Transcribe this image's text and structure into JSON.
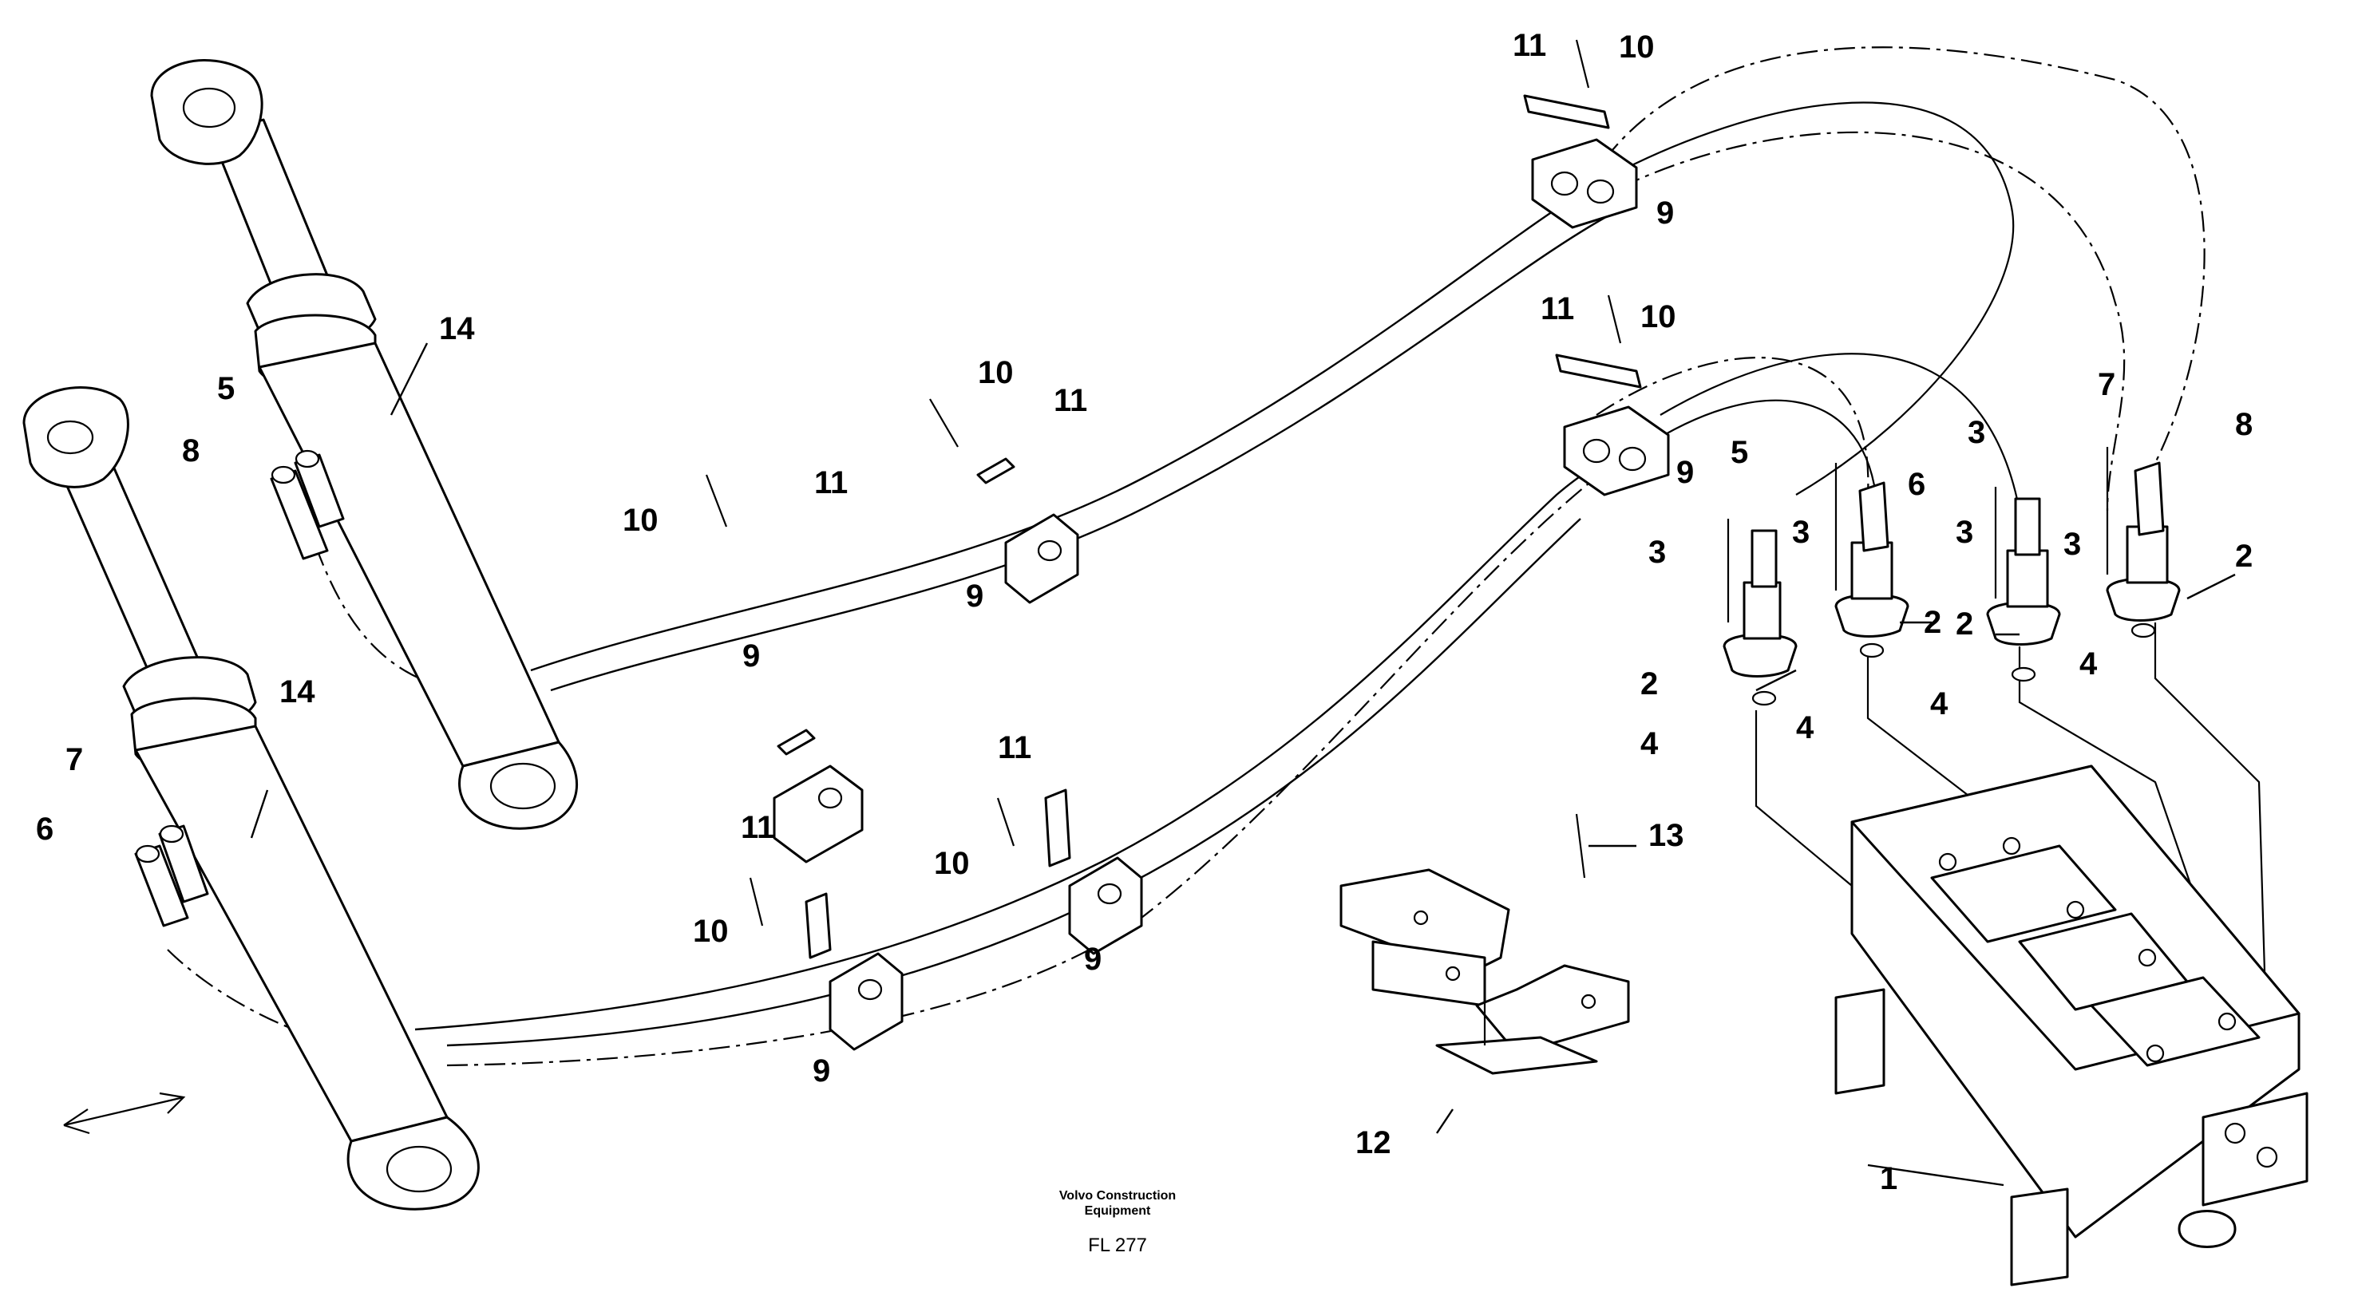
{
  "callouts": {
    "c1": "1",
    "c2a": "2",
    "c2b": "2",
    "c2c": "2",
    "c2d": "2",
    "c3a": "3",
    "c3b": "3",
    "c3c": "3",
    "c3d": "3",
    "c3e": "3",
    "c4a": "4",
    "c4b": "4",
    "c4c": "4",
    "c4d": "4",
    "c5a": "5",
    "c5b": "5",
    "c6a": "6",
    "c6b": "6",
    "c7a": "7",
    "c7b": "7",
    "c8a": "8",
    "c8b": "8",
    "c9a": "9",
    "c9b": "9",
    "c9c": "9",
    "c9d": "9",
    "c9e": "9",
    "c9f": "9",
    "c10a": "10",
    "c10b": "10",
    "c10c": "10",
    "c10d": "10",
    "c10e": "10",
    "c10f": "10",
    "c11a": "11",
    "c11b": "11",
    "c11c": "11",
    "c11d": "11",
    "c11e": "11",
    "c11f": "11",
    "c12": "12",
    "c13": "13",
    "c14a": "14",
    "c14b": "14"
  },
  "footer": {
    "brand_line1": "Volvo Construction",
    "brand_line2": "Equipment",
    "figure_code": "FL 277"
  }
}
